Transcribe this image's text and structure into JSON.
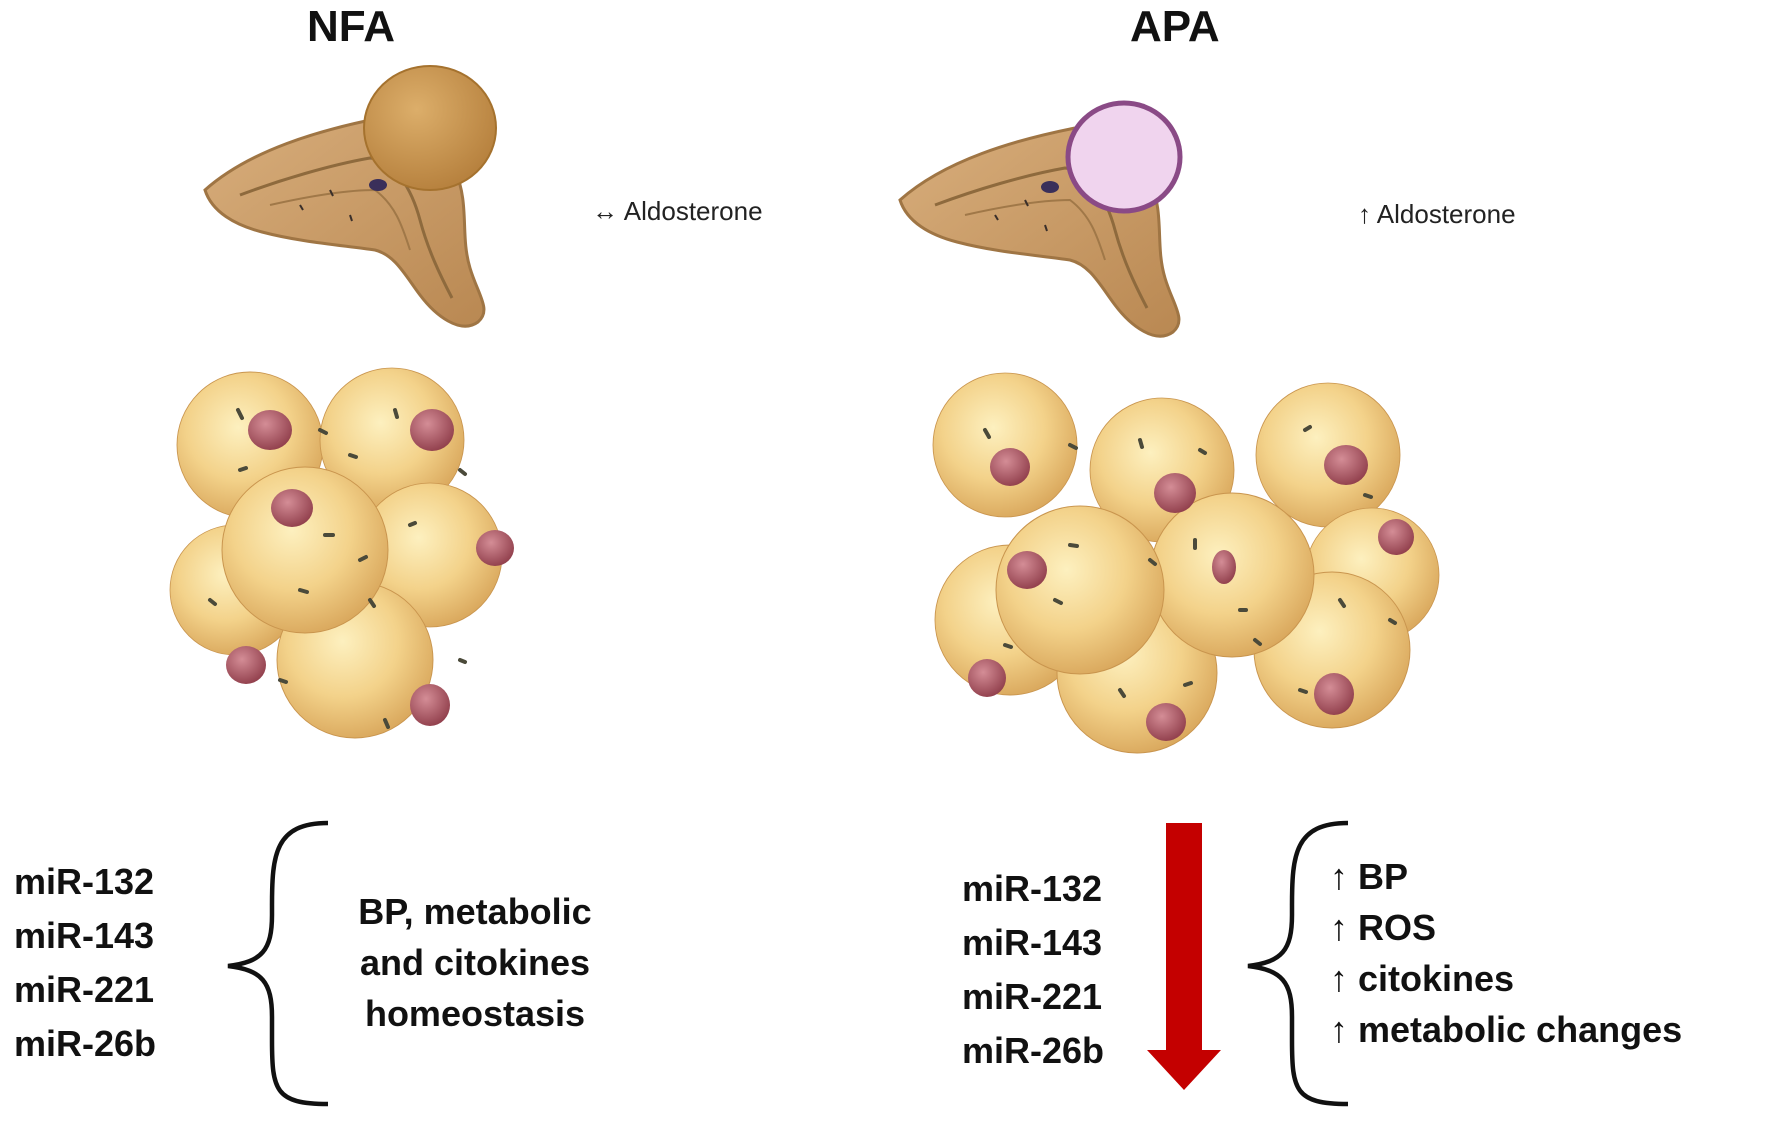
{
  "panels": {
    "nfa": {
      "title": "NFA",
      "aldosterone": "↔ Aldosterone",
      "mirnas": [
        "miR-132",
        "miR-143",
        "miR-221",
        "miR-26b"
      ],
      "effect_lines": [
        "BP, metabolic",
        "and citokines",
        "homeostasis"
      ]
    },
    "apa": {
      "title": "APA",
      "aldosterone": "↑ Aldosterone",
      "mirnas": [
        "miR-132",
        "miR-143",
        "miR-221",
        "miR-26b"
      ],
      "effects": [
        "↑ BP",
        "↑ ROS",
        "↑ citokines",
        "↑ metabolic changes"
      ]
    }
  },
  "colors": {
    "nfa_tumor": "#c8934a",
    "apa_tumor": "#f0d4ee",
    "apa_tumor_border": "#8a4a86",
    "gland": "#c99a66",
    "cell": "#f3d48a",
    "nucleus": "#b05a66",
    "arrow": "#c40000"
  }
}
